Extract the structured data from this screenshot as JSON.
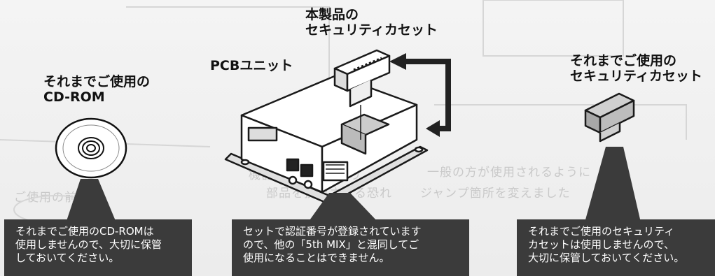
{
  "labels": {
    "cdrom_line1": "それまでご使用の",
    "cdrom_line2": "CD-ROM",
    "pcb": "PCBユニット",
    "new_cassette_line1": "本製品の",
    "new_cassette_line2": "セキュリティカセット",
    "old_cassette_line1": "それまでご使用の",
    "old_cassette_line2": "セキュリティカセット"
  },
  "callouts": {
    "left": [
      "それまでご使用のCD-ROMは",
      "使用しませんので、大切に保管",
      "しておいてください。"
    ],
    "center": [
      "セットで認証番号が登録されています",
      "ので、他の「5th MIX」と混同してご",
      "使用になることはできません。"
    ],
    "right": [
      "それまでご使用のセキュリティ",
      "カセットは使用しませんので、",
      "大切に保管しておいてください。"
    ]
  },
  "colors": {
    "callout_bg": "#3b3b3b",
    "callout_text": "#ffffff",
    "arrow": "#222222",
    "line_art": "#1a1a1a"
  },
  "icons": [
    "cd-icon",
    "pcb-unit-icon",
    "security-cassette-icon",
    "arrow-icon"
  ]
}
